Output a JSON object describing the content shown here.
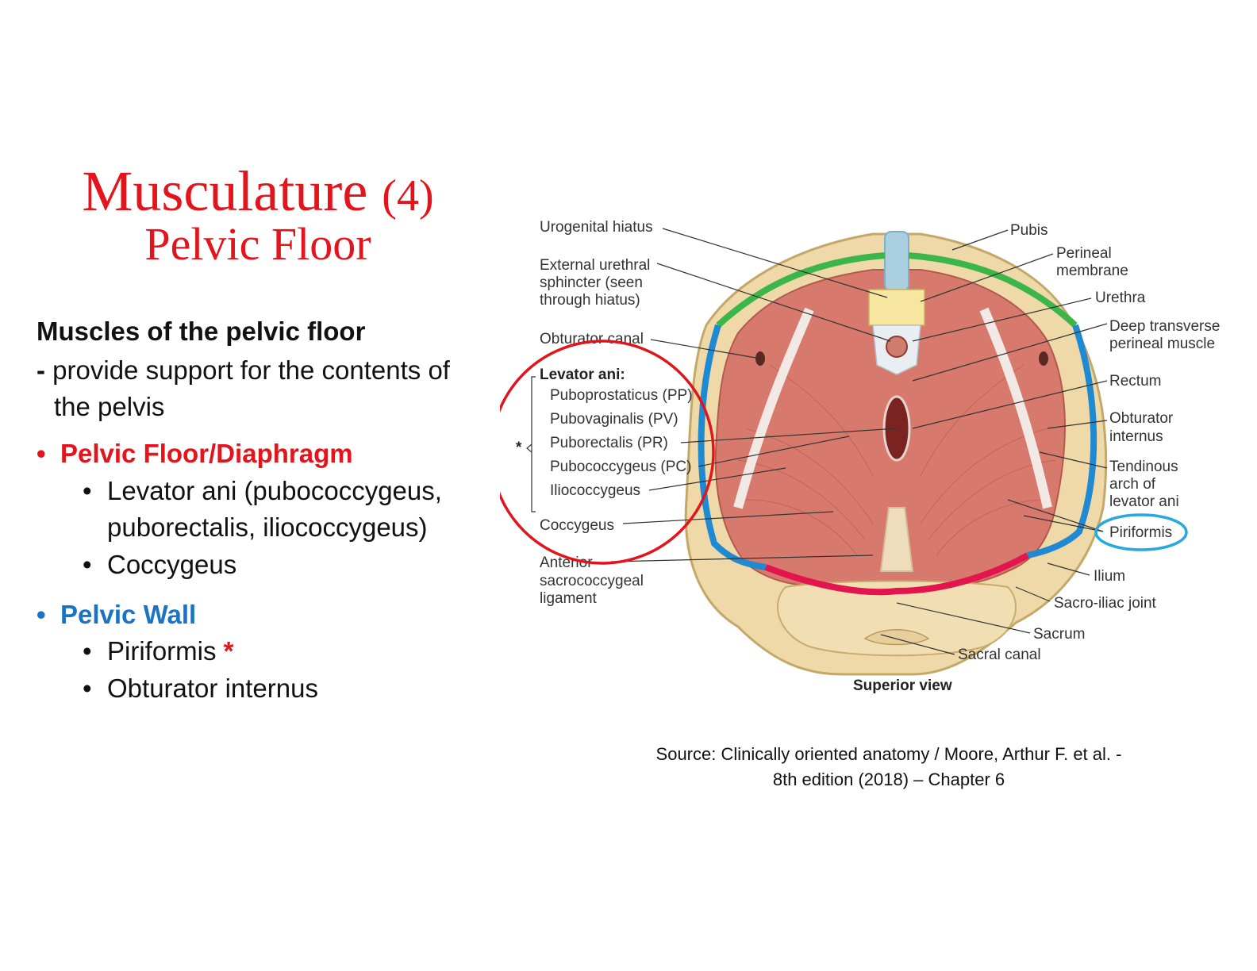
{
  "title": {
    "main": "Musculature",
    "number": "(4)",
    "subtitle": "Pelvic Floor"
  },
  "heading": "Muscles of the pelvic floor",
  "description": {
    "dash": "-",
    "text": "provide support for the contents of the pelvis"
  },
  "sections": [
    {
      "label": "Pelvic Floor/Diaphragm",
      "color": "#e3141b",
      "items": [
        "Levator ani (pubococcygeus, puborectalis, iliococcygeus)",
        "Coccygeus"
      ]
    },
    {
      "label": "Pelvic Wall",
      "color": "#1a73c4",
      "items": [
        "Piriformis",
        "Obturator internus"
      ],
      "asterisk": "*"
    }
  ],
  "figure": {
    "labels_left": {
      "urogenital_hiatus": "Urogenital hiatus",
      "external_urethral_1": "External urethral",
      "external_urethral_2": "sphincter (seen",
      "external_urethral_3": "through hiatus)",
      "obturator_canal": "Obturator canal",
      "levator_ani": "Levator ani:",
      "puboprostaticus": "Puboprostaticus (PP)",
      "pubovaginalis": "Pubovaginalis (PV)",
      "puborectalis": "Puborectalis (PR)",
      "pubococcygeus": "Pubococcygeus (PC)",
      "iliococcygeus": "Iliococcygeus",
      "coccygeus": "Coccygeus",
      "anterior_1": "Anterior",
      "anterior_2": "sacrococcygeal",
      "anterior_3": "ligament",
      "star": "*"
    },
    "labels_right": {
      "pubis": "Pubis",
      "perineal_1": "Perineal",
      "perineal_2": "membrane",
      "urethra": "Urethra",
      "deep_1": "Deep transverse",
      "deep_2": "perineal muscle",
      "rectum": "Rectum",
      "obturator_1": "Obturator",
      "obturator_2": "internus",
      "tendinous_1": "Tendinous",
      "tendinous_2": "arch of",
      "tendinous_3": "levator ani",
      "piriformis": "Piriformis",
      "ilium": "Ilium",
      "sacroiliac": "Sacro-iliac joint",
      "sacrum": "Sacrum",
      "sacral_canal": "Sacral canal"
    },
    "caption": "Superior view",
    "highlight_colors": {
      "floor_circle": "#e3141b",
      "piriformis_ellipse": "#29a8e0",
      "pubic_band": "#3cb54a",
      "wall_band": "#1f8ad2",
      "sacral_band": "#e3154e"
    }
  },
  "source": {
    "line1": "Source: Clinically oriented anatomy / Moore, Arthur F.  et al. -",
    "line2": "8th edition (2018) – Chapter 6"
  }
}
